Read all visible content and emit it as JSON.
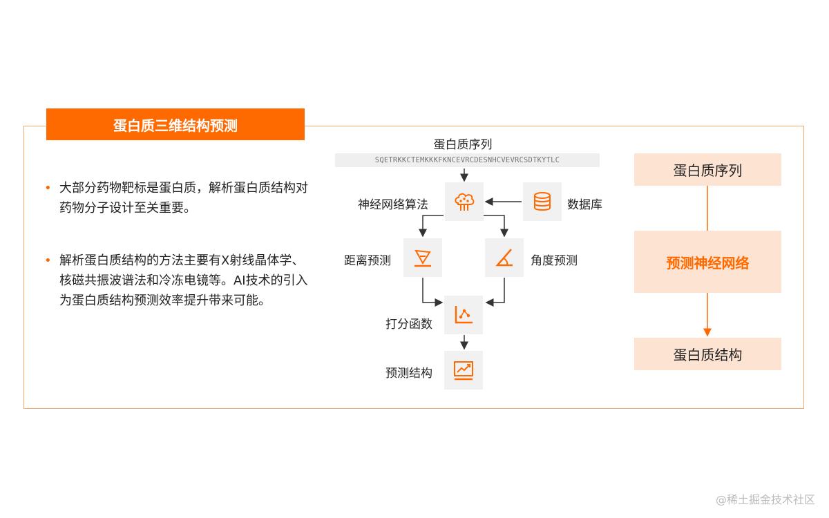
{
  "header": {
    "title": "蛋白质三维结构预测"
  },
  "bullets": [
    "大部分药物靶标是蛋白质，解析蛋白质结构对药物分子设计至关重要。",
    "解析蛋白质结构的方法主要有X射线晶体学、核磁共振波谱法和冷冻电镜等。AI技术的引入为蛋白质结构预测效率提升带来可能。"
  ],
  "flow": {
    "sequence_title": "蛋白质序列",
    "sequence": "SQETRKKCTEMKKKFKNCEVRCDESNHCVEVRCSDTKYTLC",
    "neural_algorithm": "神经网络算法",
    "database": "数据库",
    "distance": "距离预测",
    "angle": "角度预测",
    "scoring": "打分函数",
    "predicted": "预测结构",
    "icons": [
      "brain-network-icon",
      "database-icon",
      "distance-icon",
      "angle-icon",
      "scatter-plot-icon",
      "trend-chart-icon"
    ]
  },
  "pipeline": {
    "step1": "蛋白质序列",
    "step2": "预测神经网络",
    "step3": "蛋白质结构"
  },
  "watermark": "@稀土掘金技术社区",
  "colors": {
    "accent": "#ff6a00",
    "light": "#fde3d2",
    "node_bg": "#f1f1f1"
  }
}
